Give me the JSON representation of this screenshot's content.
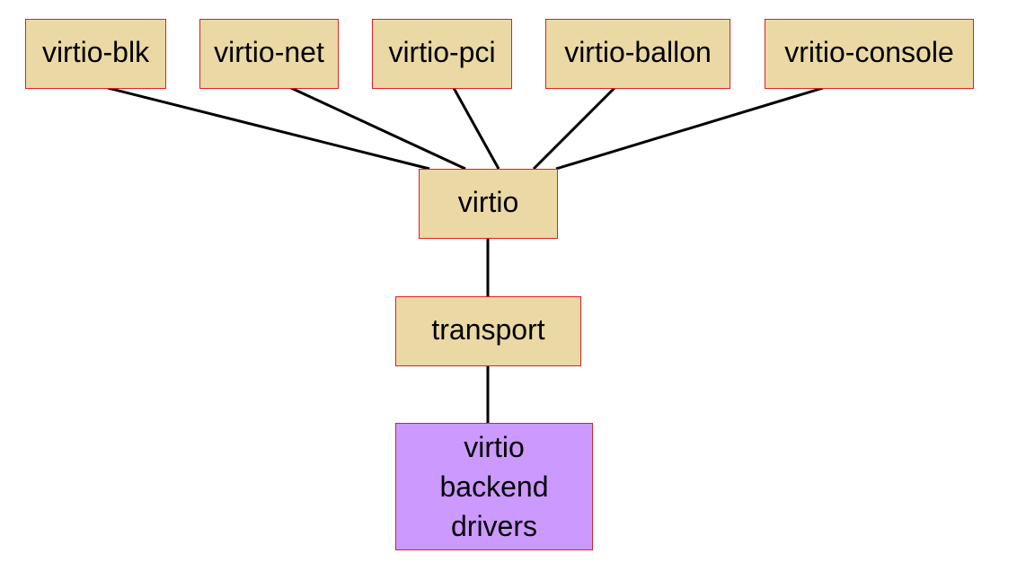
{
  "diagram": {
    "nodes": {
      "virtio_blk": "virtio-blk",
      "virtio_net": "virtio-net",
      "virtio_pci": "virtio-pci",
      "virtio_ballon": "virtio-ballon",
      "vritio_console": "vritio-console",
      "virtio": "virtio",
      "transport": "transport",
      "backend": "virtio\nbackend\ndrivers"
    },
    "edges": [
      [
        "virtio_blk",
        "virtio"
      ],
      [
        "virtio_net",
        "virtio"
      ],
      [
        "virtio_pci",
        "virtio"
      ],
      [
        "virtio_ballon",
        "virtio"
      ],
      [
        "vritio_console",
        "virtio"
      ],
      [
        "virtio",
        "transport"
      ],
      [
        "transport",
        "backend"
      ]
    ],
    "colors": {
      "box_fill": "#ead9a4",
      "backend_fill": "#cc99ff",
      "box_border": "#e02020",
      "edge": "#000000"
    }
  }
}
